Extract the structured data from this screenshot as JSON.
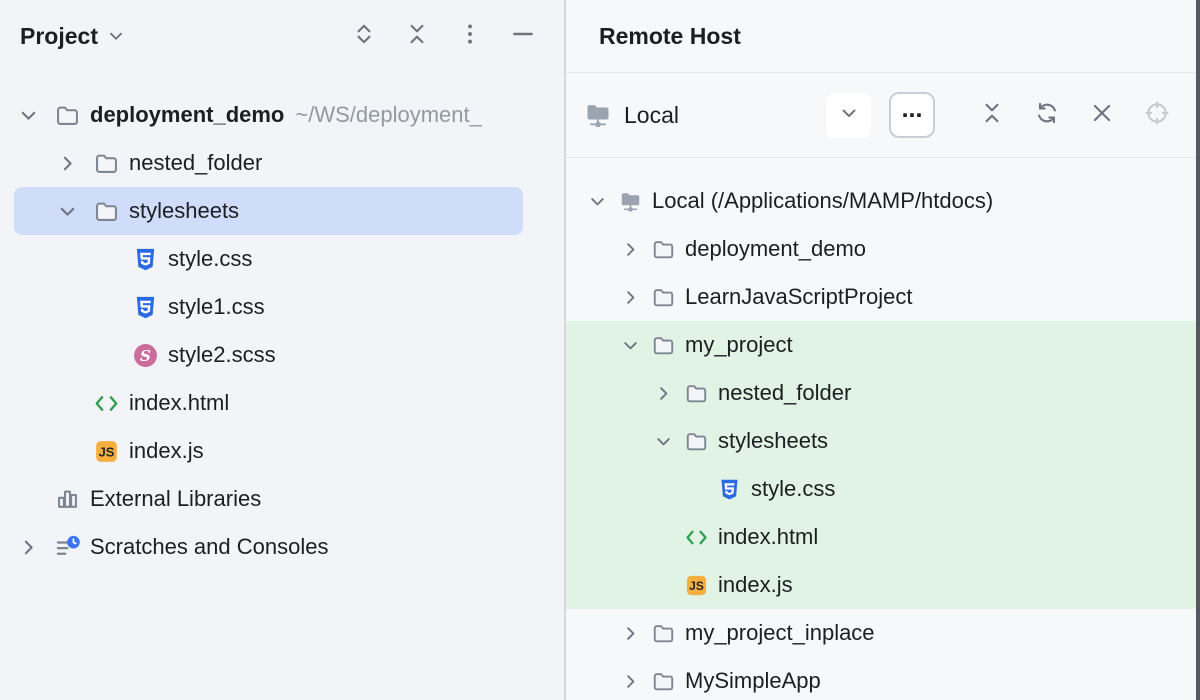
{
  "colors": {
    "selection_blue": "#cfddfb",
    "deploy_highlight_green": "#e0f3e5",
    "panel_bg_left": "#f3f4f7",
    "panel_bg_right": "#f7f8fa",
    "icon_grey": "#6e7581",
    "css_icon_blue": "#2a6be2",
    "scss_icon_pink": "#ca6c9d",
    "html_icon_green": "#2f9e4f",
    "js_icon_amber": "#f6af3f",
    "scratches_badge_blue": "#3b76f0"
  },
  "left_panel": {
    "title": "Project",
    "toolbar_icons": [
      "expand-all",
      "collapse-all",
      "more-options",
      "hide"
    ],
    "tree": [
      {
        "label": "deployment_demo",
        "hint": "~/WS/deployment_",
        "icon": "folder",
        "chevron": "down",
        "level": 0,
        "bold": true
      },
      {
        "label": "nested_folder",
        "icon": "folder",
        "chevron": "right",
        "level": 1
      },
      {
        "label": "stylesheets",
        "icon": "folder",
        "chevron": "down",
        "level": 1,
        "selected": true
      },
      {
        "label": "style.css",
        "icon": "css",
        "level": 2
      },
      {
        "label": "style1.css",
        "icon": "css",
        "level": 2
      },
      {
        "label": "style2.scss",
        "icon": "scss",
        "level": 2
      },
      {
        "label": "index.html",
        "icon": "html",
        "level": 1
      },
      {
        "label": "index.js",
        "icon": "js",
        "level": 1
      },
      {
        "label": "External Libraries",
        "icon": "libraries",
        "level": 0
      },
      {
        "label": "Scratches and Consoles",
        "icon": "scratches",
        "chevron": "right",
        "level": 0
      }
    ]
  },
  "right_panel": {
    "title": "Remote Host",
    "toolbar": {
      "host_icon": "server",
      "host_label": "Local",
      "dropdown_icon": "chevron-down",
      "more_label": "...",
      "action_icons": [
        "collapse-all",
        "sync",
        "close",
        "target"
      ]
    },
    "tree": [
      {
        "label": "Local (/Applications/MAMP/htdocs)",
        "icon": "server",
        "chevron": "down",
        "level": 0
      },
      {
        "label": "deployment_demo",
        "icon": "folder",
        "chevron": "right",
        "level": 1
      },
      {
        "label": "LearnJavaScriptProject",
        "icon": "folder",
        "chevron": "right",
        "level": 1
      },
      {
        "label": "my_project",
        "icon": "folder",
        "chevron": "down",
        "level": 1,
        "highlight": true
      },
      {
        "label": "nested_folder",
        "icon": "folder",
        "chevron": "right",
        "level": 2,
        "highlight": true
      },
      {
        "label": "stylesheets",
        "icon": "folder",
        "chevron": "down",
        "level": 2,
        "highlight": true
      },
      {
        "label": "style.css",
        "icon": "css",
        "level": 3,
        "highlight": true
      },
      {
        "label": "index.html",
        "icon": "html",
        "level": 2,
        "highlight": true
      },
      {
        "label": "index.js",
        "icon": "js",
        "level": 2,
        "highlight": true
      },
      {
        "label": "my_project_inplace",
        "icon": "folder",
        "chevron": "right",
        "level": 1
      },
      {
        "label": "MySimpleApp",
        "icon": "folder",
        "chevron": "right",
        "level": 1
      }
    ]
  }
}
